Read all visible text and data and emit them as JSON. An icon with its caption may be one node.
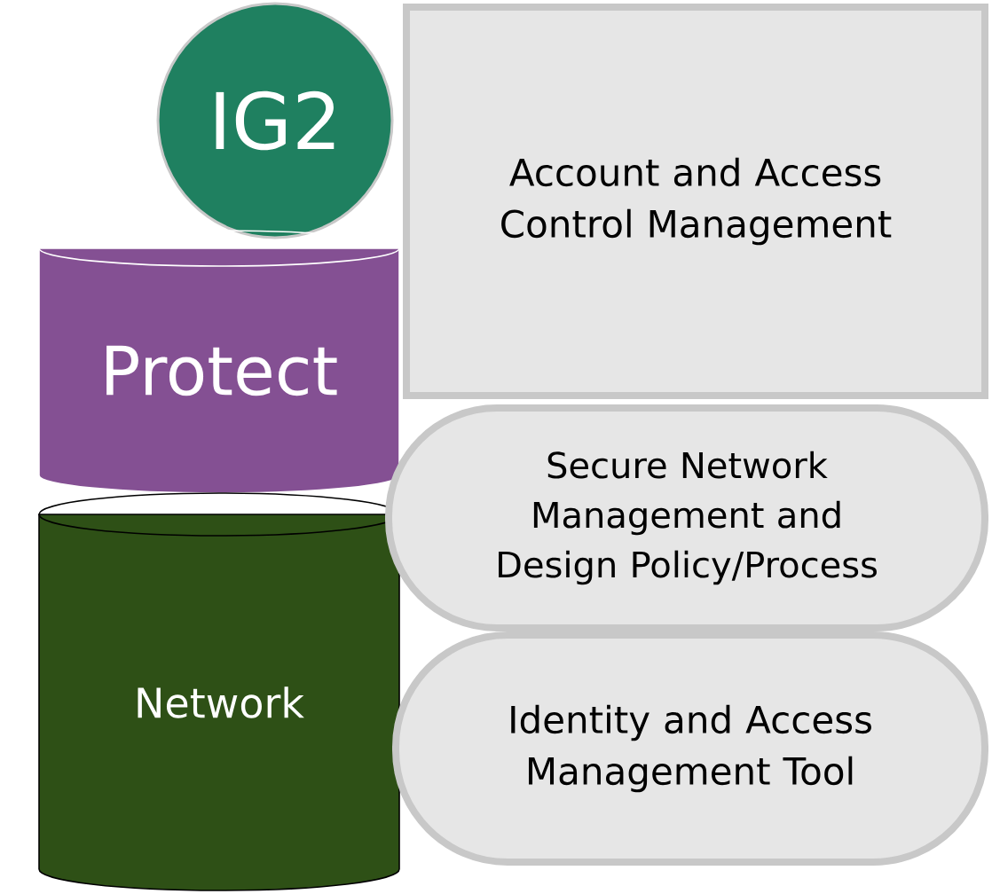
{
  "diagram": {
    "nodes": [
      {
        "text": [
          "IG2"
        ]
      },
      {
        "text": [
          "Protect"
        ]
      },
      {
        "text": [
          "Network"
        ]
      },
      {
        "text": [
          "Account and Access Control Management"
        ]
      },
      {
        "text": [
          "Secure Network Management and Design Policy/Process"
        ]
      },
      {
        "text": [
          "Identity and Access Management Tool"
        ]
      }
    ]
  }
}
